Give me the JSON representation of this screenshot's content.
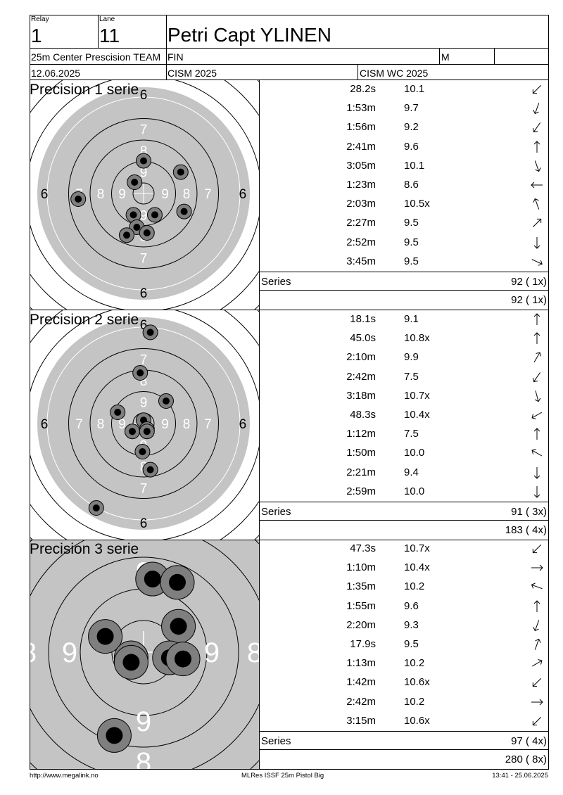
{
  "header": {
    "relay_label": "Relay",
    "relay_value": "1",
    "lane_label": "Lane",
    "lane_value": "11",
    "athlete_name": "Petri Capt YLINEN",
    "event": "25m Center Prescision TEAM",
    "country": "FIN",
    "gender": "M",
    "date": "12.06.2025",
    "competition": "CISM 2025",
    "competition2": "CISM WC 2025"
  },
  "series": [
    {
      "title": "Precision 1 serie",
      "zoom": "normal",
      "shots": [
        {
          "time": "28.2s",
          "score": "10.1",
          "dir": 225
        },
        {
          "time": "1:53m",
          "score": "9.7",
          "dir": 200
        },
        {
          "time": "1:56m",
          "score": "9.2",
          "dir": 215
        },
        {
          "time": "2:41m",
          "score": "9.6",
          "dir": 0
        },
        {
          "time": "3:05m",
          "score": "10.1",
          "dir": 160
        },
        {
          "time": "1:23m",
          "score": "8.6",
          "dir": 270
        },
        {
          "time": "2:03m",
          "score": "10.5x",
          "dir": 340
        },
        {
          "time": "2:27m",
          "score": "9.5",
          "dir": 45
        },
        {
          "time": "2:52m",
          "score": "9.5",
          "dir": 180
        },
        {
          "time": "3:45m",
          "score": "9.5",
          "dir": 115
        }
      ],
      "series_label": "Series",
      "series_total": "92 ( 1x)",
      "running_total": "92 ( 1x)",
      "hits": [
        [
          0.0,
          -0.29
        ],
        [
          0.33,
          -0.19
        ],
        [
          -0.08,
          -0.1
        ],
        [
          -0.58,
          0.05
        ],
        [
          0.36,
          0.16
        ],
        [
          -0.09,
          0.19
        ],
        [
          0.1,
          0.19
        ],
        [
          -0.06,
          0.3
        ],
        [
          -0.15,
          0.37
        ],
        [
          0.03,
          0.35
        ]
      ]
    },
    {
      "title": "Precision 2 serie",
      "zoom": "normal",
      "shots": [
        {
          "time": "18.1s",
          "score": "9.1",
          "dir": 0
        },
        {
          "time": "45.0s",
          "score": "10.8x",
          "dir": 0
        },
        {
          "time": "2:10m",
          "score": "9.9",
          "dir": 30
        },
        {
          "time": "2:42m",
          "score": "7.5",
          "dir": 215
        },
        {
          "time": "3:18m",
          "score": "10.7x",
          "dir": 165
        },
        {
          "time": "48.3s",
          "score": "10.4x",
          "dir": 240
        },
        {
          "time": "1:12m",
          "score": "7.5",
          "dir": 0
        },
        {
          "time": "1:50m",
          "score": "10.0",
          "dir": 300
        },
        {
          "time": "2:21m",
          "score": "9.4",
          "dir": 180
        },
        {
          "time": "2:59m",
          "score": "10.0",
          "dir": 180
        }
      ],
      "series_label": "Series",
      "series_total": "91 ( 3x)",
      "running_total": "183 ( 4x)",
      "hits": [
        [
          0.06,
          -0.81
        ],
        [
          -0.03,
          -0.45
        ],
        [
          0.2,
          -0.2
        ],
        [
          -0.23,
          -0.1
        ],
        [
          0.0,
          -0.03
        ],
        [
          0.03,
          0.05
        ],
        [
          -0.1,
          0.07
        ],
        [
          0.03,
          0.07
        ],
        [
          -0.01,
          0.25
        ],
        [
          0.06,
          0.41
        ],
        [
          -0.42,
          0.75
        ]
      ]
    },
    {
      "title": "Precision 3 serie",
      "zoom": "zoomed",
      "shots": [
        {
          "time": "47.3s",
          "score": "10.7x",
          "dir": 225
        },
        {
          "time": "1:10m",
          "score": "10.4x",
          "dir": 90
        },
        {
          "time": "1:35m",
          "score": "10.2",
          "dir": 290
        },
        {
          "time": "1:55m",
          "score": "9.6",
          "dir": 0
        },
        {
          "time": "2:20m",
          "score": "9.3",
          "dir": 200
        },
        {
          "time": "17.9s",
          "score": "9.5",
          "dir": 20
        },
        {
          "time": "1:13m",
          "score": "10.2",
          "dir": 60
        },
        {
          "time": "1:42m",
          "score": "10.6x",
          "dir": 225
        },
        {
          "time": "2:42m",
          "score": "10.2",
          "dir": 90
        },
        {
          "time": "3:15m",
          "score": "10.6x",
          "dir": 225
        }
      ],
      "series_label": "Series",
      "series_total": "97 ( 4x)",
      "running_total": "280 ( 8x)",
      "hits": [
        [
          0.08,
          -0.65
        ],
        [
          0.3,
          -0.62
        ],
        [
          -0.34,
          -0.14
        ],
        [
          0.31,
          -0.23
        ],
        [
          -0.11,
          0.05
        ],
        [
          0.23,
          0.05
        ],
        [
          0.35,
          0.06
        ],
        [
          -0.11,
          0.09
        ],
        [
          -0.26,
          0.74
        ]
      ]
    }
  ],
  "footer": {
    "url": "http://www.megalink.no",
    "software": "MLRes ISSF 25m Pistol Big",
    "timestamp": "13:41 - 25.06.2025"
  },
  "colors": {
    "grey_zone": "#c4c4c4",
    "zoom_bg": "#c4c4c4",
    "hit_outer": "#7f7f7f",
    "hit_inner": "#000000"
  }
}
